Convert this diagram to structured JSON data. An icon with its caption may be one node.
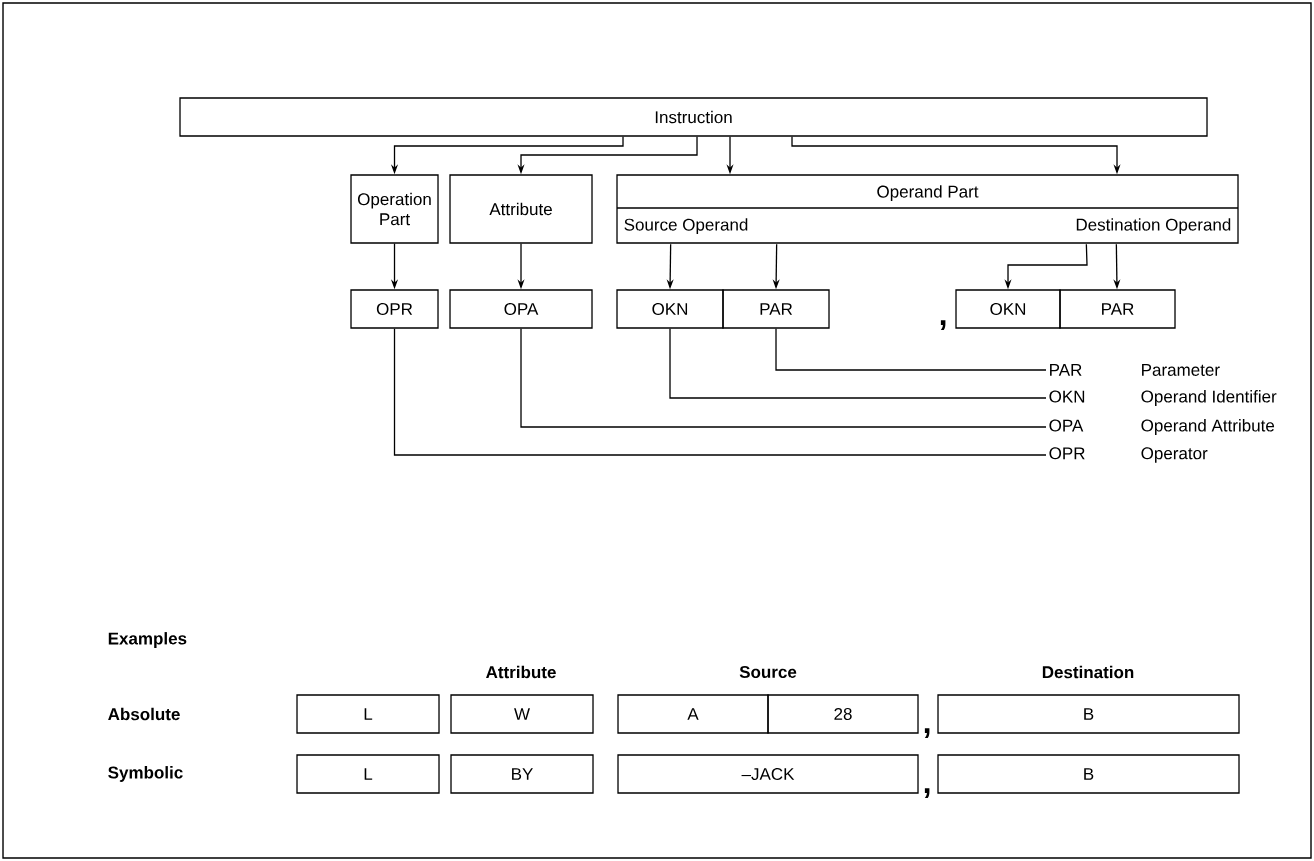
{
  "diagram": {
    "nodes": [
      {
        "text": [
          "Instruction"
        ]
      },
      {
        "text": [
          "Operation Part"
        ]
      },
      {
        "text": [
          "Attribute"
        ]
      },
      {
        "text": [
          "Operand Part"
        ]
      },
      {
        "text": [
          "Source Operand"
        ],
        "in": 3
      },
      {
        "text": [
          "Destination Operand"
        ],
        "in": 3
      },
      {
        "text": [
          "OPR"
        ]
      },
      {
        "text": [
          "OPA"
        ]
      },
      {
        "text": [
          "OKN"
        ]
      },
      {
        "text": [
          "PAR"
        ]
      },
      {
        "text": [
          "OKN"
        ]
      },
      {
        "text": [
          "PAR"
        ]
      },
      {
        "text": [
          "PAR",
          "Parameter"
        ]
      },
      {
        "text": [
          "OKN",
          "Operand Identifier"
        ]
      },
      {
        "text": [
          "OPA",
          "Operand Attribute"
        ]
      },
      {
        "text": [
          "OPR",
          "Operator"
        ]
      },
      {
        "text": [
          "L"
        ]
      },
      {
        "text": [
          "W"
        ]
      },
      {
        "text": [
          "A"
        ]
      },
      {
        "text": [
          "28"
        ]
      },
      {
        "text": [
          "B"
        ]
      },
      {
        "text": [
          "L"
        ]
      },
      {
        "text": [
          "BY"
        ]
      },
      {
        "text": [
          "–JACK"
        ]
      },
      {
        "text": [
          "B"
        ]
      }
    ],
    "edges": [
      {
        "from": 0,
        "to": 1,
        "arrow": "to"
      },
      {
        "from": 0,
        "to": 2,
        "arrow": "to"
      },
      {
        "from": 0,
        "to": 3,
        "arrow": "to"
      },
      {
        "from": 0,
        "to": 3,
        "arrow": "to"
      },
      {
        "from": 1,
        "to": 6,
        "arrow": "to"
      },
      {
        "from": 2,
        "to": 7,
        "arrow": "to"
      },
      {
        "from": 4,
        "to": 8,
        "arrow": "to"
      },
      {
        "from": 4,
        "to": 9,
        "arrow": "to"
      },
      {
        "from": 5,
        "to": 10,
        "arrow": "to"
      },
      {
        "from": 5,
        "to": 11,
        "arrow": "to"
      },
      {
        "from": 9,
        "to": 12,
        "arrow": "none"
      },
      {
        "from": 8,
        "to": 13,
        "arrow": "none"
      },
      {
        "from": 7,
        "to": 14,
        "arrow": "none"
      },
      {
        "from": 6,
        "to": 15,
        "arrow": "none"
      }
    ],
    "labels": [
      ",",
      "Examples",
      "Attribute",
      "Source",
      "Destination",
      "Absolute",
      ",",
      "Symbolic",
      ","
    ]
  }
}
